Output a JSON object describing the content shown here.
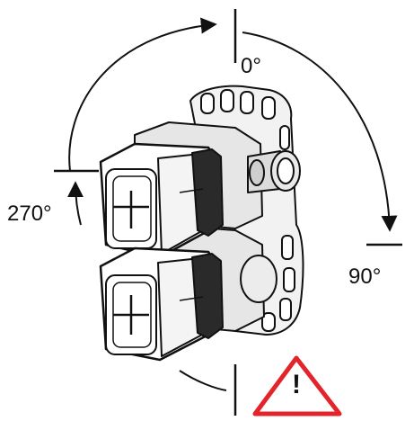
{
  "labels": {
    "zero": "0°",
    "ninety": "90°",
    "two_seventy": "270°"
  },
  "warning": {
    "symbol": "!",
    "color": "#e3242b"
  },
  "icons": [
    "rotation-arrow-icon",
    "warning-triangle-icon"
  ]
}
